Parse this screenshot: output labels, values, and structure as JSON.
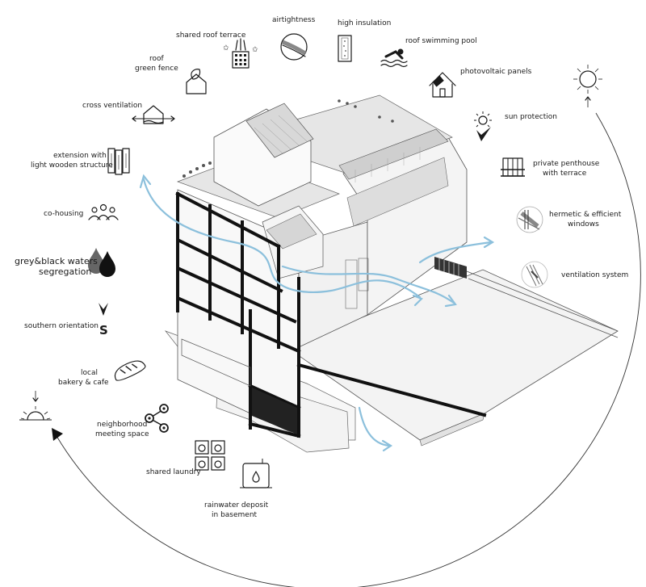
{
  "labels": {
    "airtightness": "airtightness",
    "high_insulation": "high insulation",
    "shared_roof_terrace": "shared roof terrace",
    "roof_swimming_pool": "roof swimming pool",
    "roof_green_fence_1": "roof",
    "roof_green_fence_2": "green fence",
    "photovoltaic_panels": "photovoltaic panels",
    "cross_ventilation": "cross ventilation",
    "sun_protection": "sun protection",
    "extension_1": "extension with",
    "extension_2": "light wooden structure",
    "private_penthouse_1": "private penthouse",
    "private_penthouse_2": "with terrace",
    "co_housing": "co-housing",
    "hermetic_1": "hermetic & efficient",
    "hermetic_2": "windows",
    "grey_black_1": "grey&black waters",
    "grey_black_2": "segregation",
    "ventilation_system": "ventilation system",
    "southern_orientation": "southern orientation",
    "south_letter": "S",
    "local_bakery_1": "local",
    "local_bakery_2": "bakery & cafe",
    "neighborhood_1": "neighborhood",
    "neighborhood_2": "meeting space",
    "shared_laundry": "shared laundry",
    "rainwater_1": "rainwater deposit",
    "rainwater_2": "in basement"
  },
  "colors": {
    "airflow": "#8cc0dc",
    "ink": "#1a1a1a",
    "building_line": "#555555"
  },
  "icons": [
    "airtightness-icon",
    "insulation-icon",
    "roof-terrace-icon",
    "swimming-pool-icon",
    "green-roof-house-icon",
    "solar-house-icon",
    "cross-ventilation-icon",
    "sun-protection-icon",
    "wooden-structure-icon",
    "penthouse-icon",
    "co-housing-people-icon",
    "window-icon",
    "water-drops-icon",
    "ventilation-icon",
    "south-arrow-icon",
    "bread-icon",
    "network-icon",
    "laundry-icon",
    "water-tank-icon",
    "sunrise-icon",
    "sun-icon"
  ]
}
